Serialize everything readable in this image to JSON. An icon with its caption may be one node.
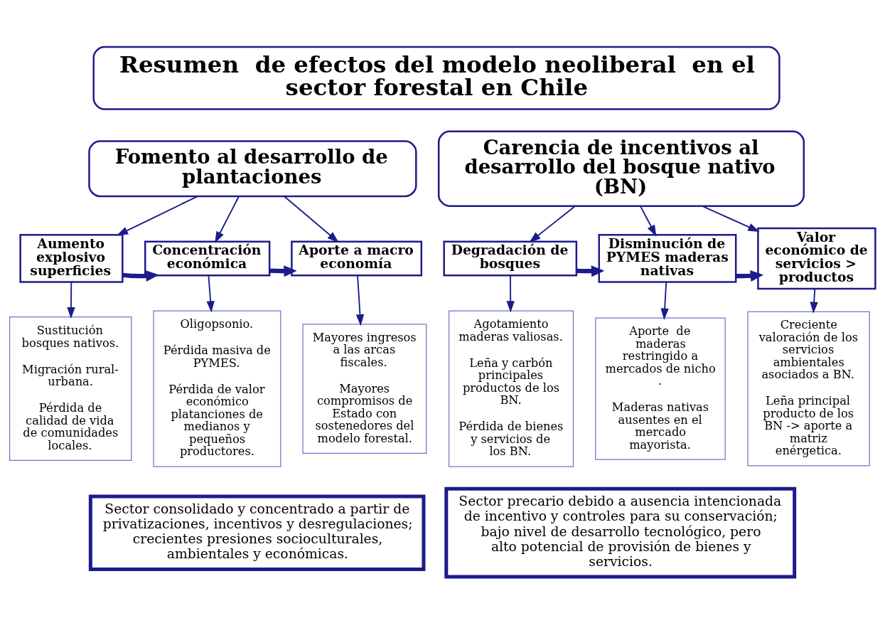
{
  "diagram": {
    "nodes": [
      {
        "text": [
          "Resumen  de efectos del modelo neoliberal  en el sector forestal en Chile"
        ]
      },
      {
        "text": [
          "Fomento al desarrollo de plantaciones"
        ]
      },
      {
        "text": [
          "Aumento explosivo superficies"
        ]
      },
      {
        "text": [
          "Concentración económica"
        ]
      },
      {
        "text": [
          "Aporte a macro economía"
        ]
      },
      {
        "text": [
          "Sustitución bosques nativos.",
          "Migración rural-urbana.",
          "Pérdida de calidad de vida de comunidades locales."
        ]
      },
      {
        "text": [
          "Oligopsonio.",
          "Pérdida masiva de PYMES.",
          "Pérdida de valor económico platanciones de medianos y pequeños productores."
        ]
      },
      {
        "text": [
          "Mayores ingresos a las arcas fiscales.",
          "Mayores compromisos de Estado con sostenedores del modelo forestal."
        ]
      },
      {
        "text": [
          "Carencia de incentivos al desarrollo del bosque nativo (BN)"
        ]
      },
      {
        "text": [
          "Degradación de bosques"
        ]
      },
      {
        "text": [
          "Disminución de PYMES maderas nativas"
        ]
      },
      {
        "text": [
          "Valor económico de servicios > productos"
        ]
      },
      {
        "text": [
          "Agotamiento maderas valiosas.",
          "Leña y carbón principales productos de los BN.",
          "Pérdida de bienes y servicios de los BN."
        ]
      },
      {
        "text": [
          "Aporte  de maderas restringido a mercados de nicho .",
          "Maderas nativas ausentes en el mercado mayorista."
        ]
      },
      {
        "text": [
          "Creciente valoración de los servicios ambientales asociados a BN.",
          "Leña principal producto de los BN -> aporte a matriz enérgetica."
        ]
      },
      {
        "text": [
          "Sector consolidado y concentrado a partir de privatizaciones, incentivos y desregulaciones; crecientes presiones socioculturales, ambientales y económicas."
        ]
      },
      {
        "text": [
          "Sector precario debido a ausencia intencionada de incentivo y controles para su conservación; bajo nivel de desarrollo tecnológico, pero alto potencial de provisión de bienes y servicios."
        ]
      }
    ],
    "edges": [
      {
        "from": 1,
        "to": 2,
        "arrow": "to"
      },
      {
        "from": 1,
        "to": 3,
        "arrow": "to"
      },
      {
        "from": 1,
        "to": 4,
        "arrow": "to"
      },
      {
        "from": 2,
        "to": 3,
        "arrow": "to",
        "style": "thick"
      },
      {
        "from": 3,
        "to": 4,
        "arrow": "to",
        "style": "thick"
      },
      {
        "from": 2,
        "to": 5,
        "arrow": "to"
      },
      {
        "from": 3,
        "to": 6,
        "arrow": "to"
      },
      {
        "from": 4,
        "to": 7,
        "arrow": "to"
      },
      {
        "from": 8,
        "to": 9,
        "arrow": "to"
      },
      {
        "from": 8,
        "to": 10,
        "arrow": "to"
      },
      {
        "from": 8,
        "to": 11,
        "arrow": "to"
      },
      {
        "from": 9,
        "to": 10,
        "arrow": "to",
        "style": "thick"
      },
      {
        "from": 10,
        "to": 11,
        "arrow": "to",
        "style": "thick"
      },
      {
        "from": 9,
        "to": 12,
        "arrow": "to"
      },
      {
        "from": 10,
        "to": 13,
        "arrow": "to"
      },
      {
        "from": 11,
        "to": 14,
        "arrow": "to"
      }
    ]
  }
}
